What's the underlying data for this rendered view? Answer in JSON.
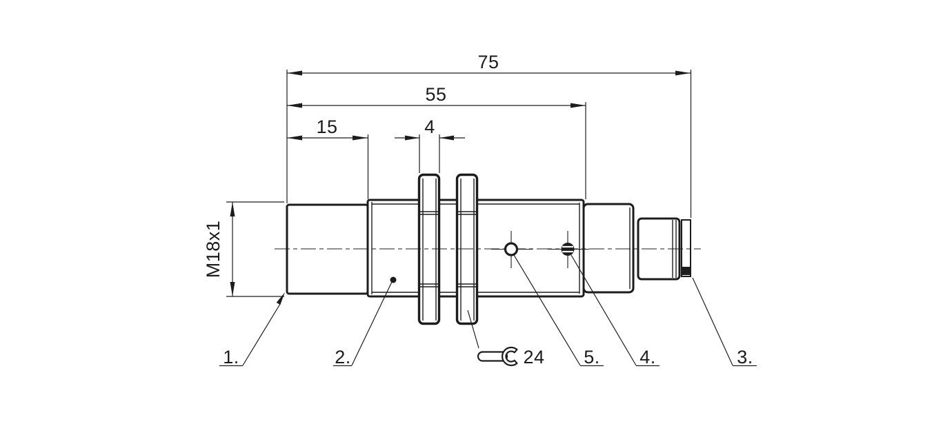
{
  "drawing": {
    "background": "#ffffff",
    "line_color": "#1c1c1c",
    "dimensions": {
      "overall_length": "75",
      "body_length": "55",
      "front_length": "15",
      "nut_width": "4",
      "thread": "M18x1",
      "wrench_size": "24"
    },
    "callouts": {
      "c1": "1.",
      "c2": "2.",
      "c3": "3.",
      "c4": "4.",
      "c5": "5."
    }
  }
}
